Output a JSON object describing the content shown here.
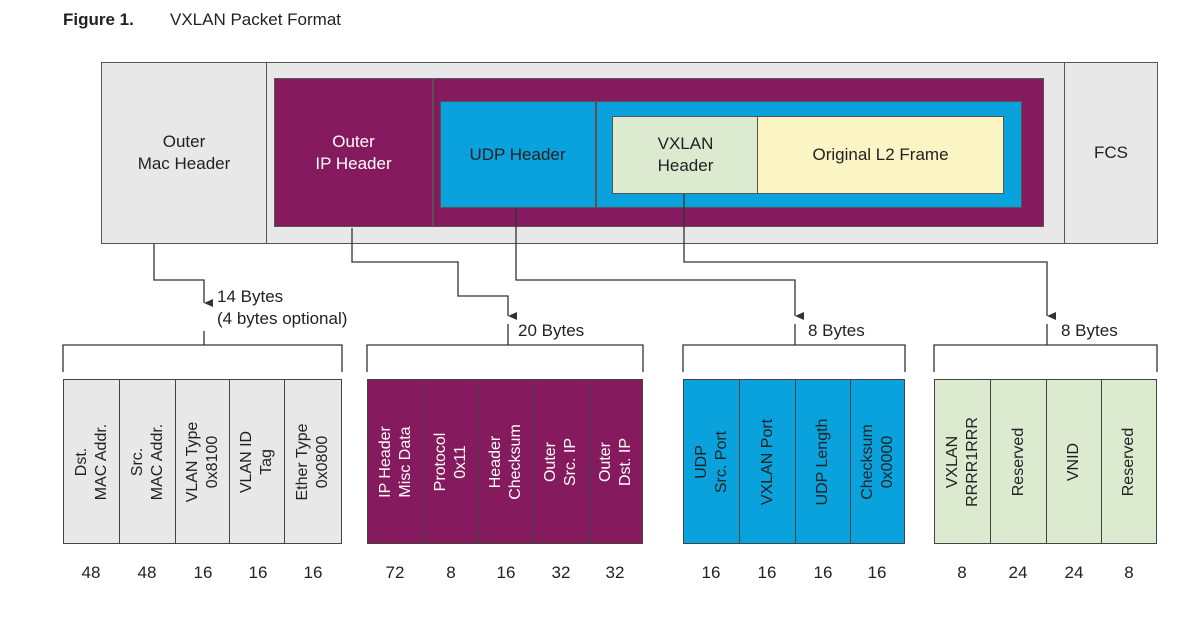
{
  "caption": {
    "figure": "Figure 1.",
    "title": "VXLAN Packet Format"
  },
  "colors": {
    "gray": "#e8e8e8",
    "purple": "#861a5f",
    "blue": "#0aa2dc",
    "green": "#dcebcf",
    "yellow": "#fbf4c5",
    "line": "#333333"
  },
  "packet": {
    "outer_mac": "Outer\nMac Header",
    "outer_ip": "Outer\nIP Header",
    "udp": "UDP Header",
    "vxlan": "VXLAN\nHeader",
    "l2": "Original L2 Frame",
    "fcs": "FCS"
  },
  "groups": [
    {
      "bytes": "14 Bytes\n(4 bytes optional)",
      "fields": [
        {
          "label": "Dst.\nMAC Addr.",
          "bits": "48"
        },
        {
          "label": "Src.\nMAC Addr.",
          "bits": "48"
        },
        {
          "label": "VLAN Type\n0x8100",
          "bits": "16"
        },
        {
          "label": "VLAN ID\nTag",
          "bits": "16"
        },
        {
          "label": "Ether Type\n0x0800",
          "bits": "16"
        }
      ]
    },
    {
      "bytes": "20 Bytes",
      "fields": [
        {
          "label": "IP Header\nMisc Data",
          "bits": "72"
        },
        {
          "label": "Protocol\n0x11",
          "bits": "8"
        },
        {
          "label": "Header\nChecksum",
          "bits": "16"
        },
        {
          "label": "Outer\nSrc. IP",
          "bits": "32"
        },
        {
          "label": "Outer\nDst. IP",
          "bits": "32"
        }
      ]
    },
    {
      "bytes": "8 Bytes",
      "fields": [
        {
          "label": "UDP\nSrc. Port",
          "bits": "16"
        },
        {
          "label": "VXLAN Port",
          "bits": "16"
        },
        {
          "label": "UDP Length",
          "bits": "16"
        },
        {
          "label": "Checksum\n0x0000",
          "bits": "16"
        }
      ]
    },
    {
      "bytes": "8 Bytes",
      "fields": [
        {
          "label": "VXLAN\nRRRR1RRR",
          "bits": "8"
        },
        {
          "label": "Reserved",
          "bits": "24"
        },
        {
          "label": "VNID",
          "bits": "24"
        },
        {
          "label": "Reserved",
          "bits": "8"
        }
      ]
    }
  ]
}
